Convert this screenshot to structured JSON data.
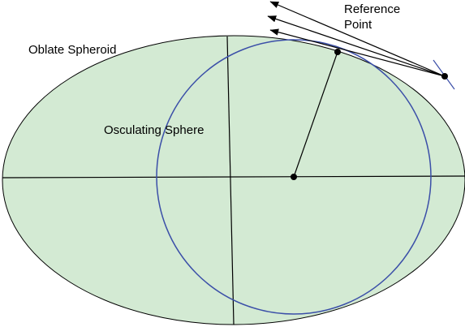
{
  "labels": {
    "oblate_spheroid": "Oblate Spheroid",
    "osculating_sphere": "Osculating Sphere",
    "reference_point_line1": "Reference",
    "reference_point_line2": "Point"
  },
  "colors": {
    "spheroid_fill": "#d3ead3",
    "spheroid_stroke": "#000000",
    "sphere_stroke": "#3b4fa8",
    "axis_stroke": "#000000",
    "point_fill": "#000000"
  }
}
